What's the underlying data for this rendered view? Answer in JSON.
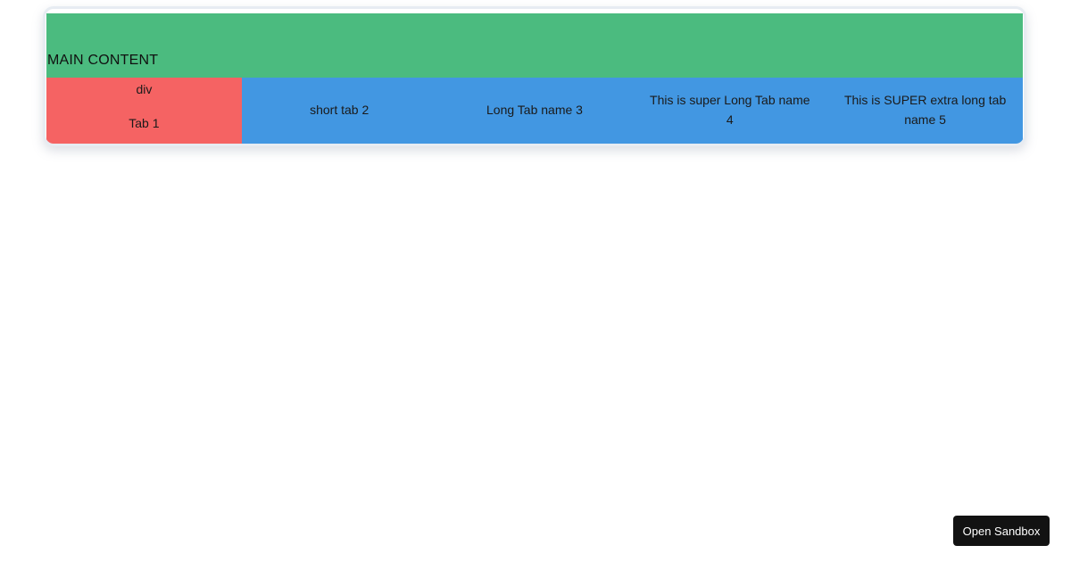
{
  "preview_card": {
    "main_content": {
      "label": "MAIN CONTENT",
      "background": "#4bbb7f"
    },
    "tabs": [
      {
        "sub_label": "div",
        "label": "Tab 1",
        "background": "#f56363",
        "active": true
      },
      {
        "label": "short tab 2",
        "background": "#4297e2",
        "active": false
      },
      {
        "label": "Long Tab name 3",
        "background": "#4297e2",
        "active": false
      },
      {
        "label": "This is super Long Tab name 4",
        "background": "#4297e2",
        "active": false
      },
      {
        "label": "This is SUPER extra long tab name 5",
        "background": "#4297e2",
        "active": false
      }
    ],
    "frame_border_color": "#e7ecf2"
  },
  "footer": {
    "open_sandbox_label": "Open Sandbox",
    "button_background": "#121212",
    "button_text_color": "#ffffff"
  }
}
